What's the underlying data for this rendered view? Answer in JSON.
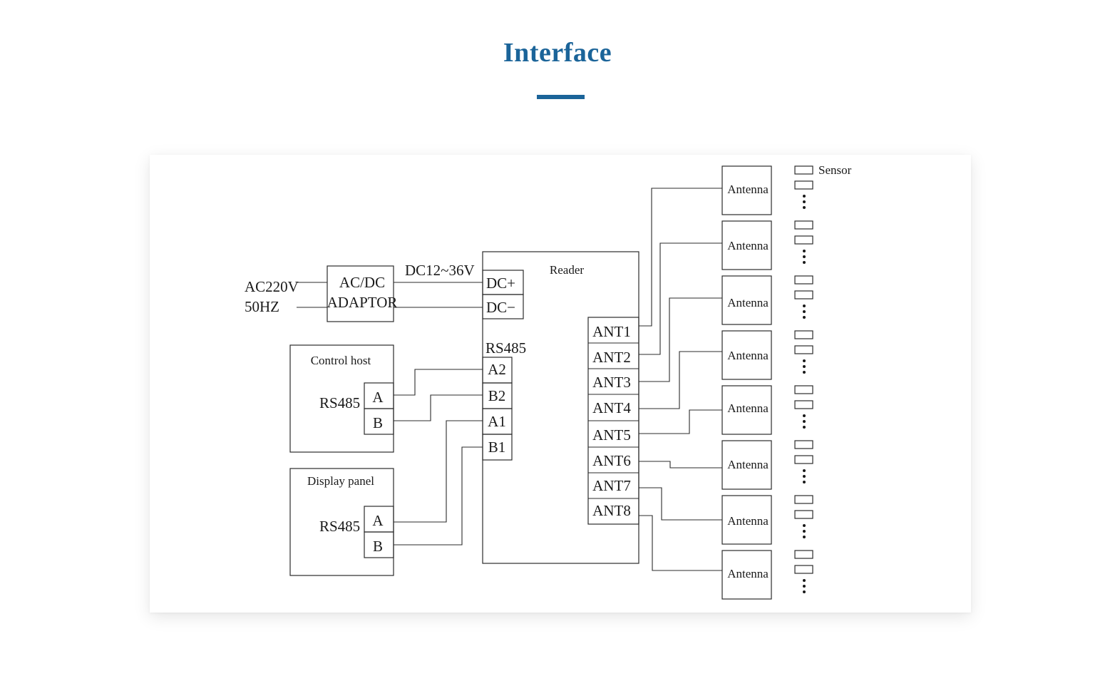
{
  "page": {
    "title": "Interface"
  },
  "diagram": {
    "power": {
      "input_line1": "AC220V",
      "input_line2": "50HZ",
      "adaptor_line1": "AC/DC",
      "adaptor_line2": "ADAPTOR",
      "dc_label": "DC12~36V"
    },
    "reader": {
      "title": "Reader",
      "dc_plus": "DC+",
      "dc_minus": "DC−",
      "rs485_label": "RS485",
      "ports": [
        "A2",
        "B2",
        "A1",
        "B1"
      ],
      "antenna_ports": [
        "ANT1",
        "ANT2",
        "ANT3",
        "ANT4",
        "ANT5",
        "ANT6",
        "ANT7",
        "ANT8"
      ]
    },
    "control_host": {
      "title": "Control host",
      "rs485": "RS485",
      "a": "A",
      "b": "B"
    },
    "display_panel": {
      "title": "Display panel",
      "rs485": "RS485",
      "a": "A",
      "b": "B"
    },
    "antenna_label": "Antenna",
    "antenna_count": 8,
    "sensor_label": "Sensor"
  }
}
